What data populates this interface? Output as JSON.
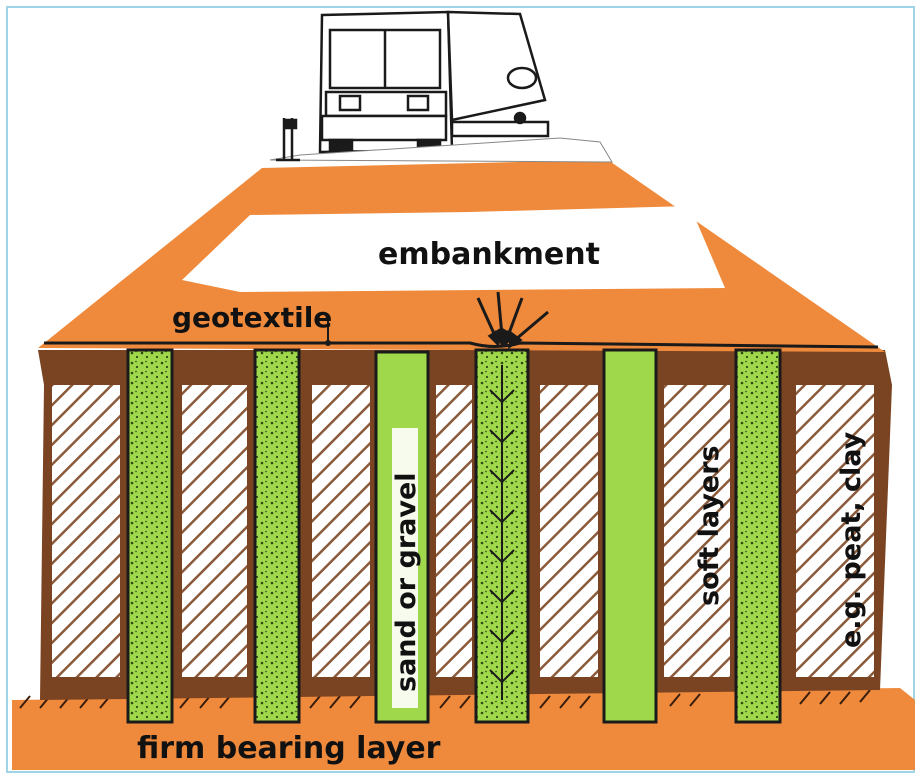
{
  "labels": {
    "embankment": "embankment",
    "geotextile": "geotextile",
    "sand_or_gravel": "sand or gravel",
    "soft_layers": "soft layers",
    "examples": "e.g. peat, clay",
    "firm_bearing_layer": "firm bearing layer"
  },
  "colors": {
    "embankment_fill": "#ef8a3c",
    "soil_brown": "#7a4322",
    "column_green": "#9fd84a",
    "column_speckle": "#2f4a12",
    "hatch": "#8a5a3a",
    "frame": "#9fd3e6"
  },
  "icons": {
    "vehicle": "truck-icon",
    "signal": "signal-post-icon",
    "load_arrows": "arrow-down-icon"
  }
}
